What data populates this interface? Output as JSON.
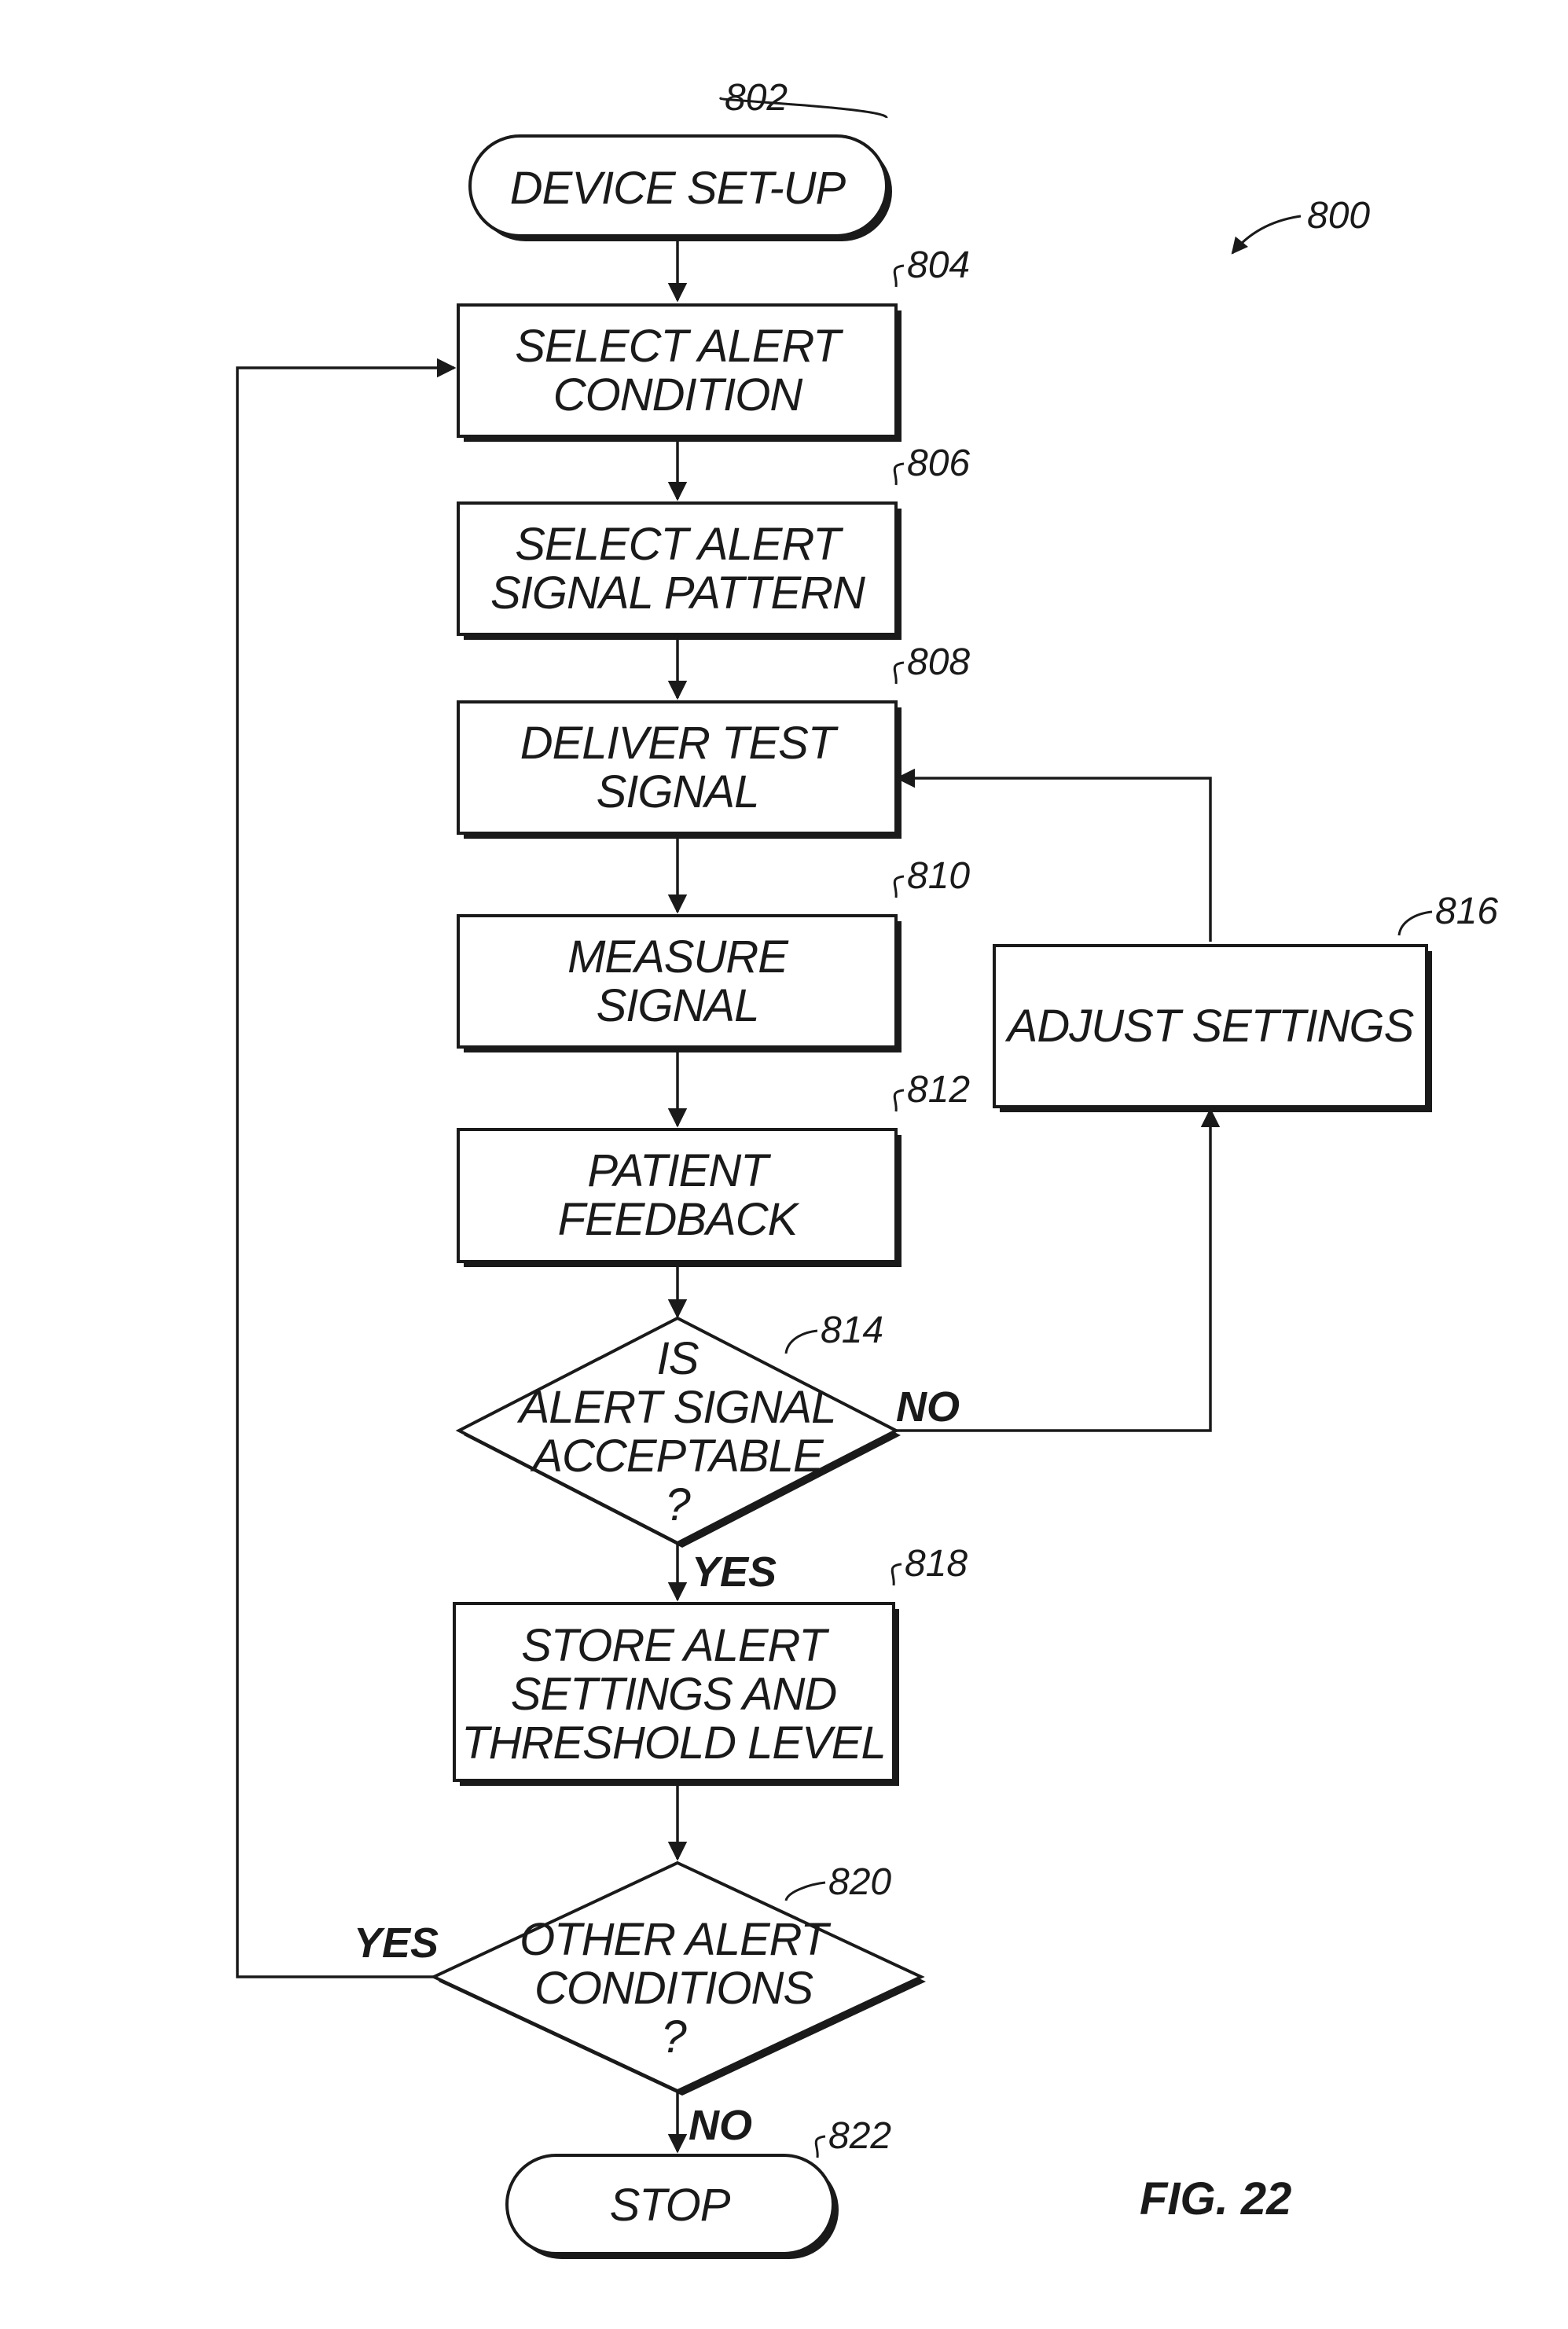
{
  "figure_ref": "800",
  "figure_label": "FIG. 22",
  "nodes": {
    "n802": {
      "ref": "802",
      "lines": [
        "DEVICE SET-UP"
      ]
    },
    "n804": {
      "ref": "804",
      "lines": [
        "SELECT ALERT",
        "CONDITION"
      ]
    },
    "n806": {
      "ref": "806",
      "lines": [
        "SELECT ALERT",
        "SIGNAL PATTERN"
      ]
    },
    "n808": {
      "ref": "808",
      "lines": [
        "DELIVER TEST",
        "SIGNAL"
      ]
    },
    "n810": {
      "ref": "810",
      "lines": [
        "MEASURE",
        "SIGNAL"
      ]
    },
    "n812": {
      "ref": "812",
      "lines": [
        "PATIENT",
        "FEEDBACK"
      ]
    },
    "n814": {
      "ref": "814",
      "lines": [
        "IS",
        "ALERT SIGNAL",
        "ACCEPTABLE",
        "?"
      ]
    },
    "n816": {
      "ref": "816",
      "lines": [
        "ADJUST SETTINGS"
      ]
    },
    "n818": {
      "ref": "818",
      "lines": [
        "STORE ALERT",
        "SETTINGS AND",
        "THRESHOLD LEVEL"
      ]
    },
    "n820": {
      "ref": "820",
      "lines": [
        "OTHER ALERT",
        "CONDITIONS",
        "?"
      ]
    },
    "n822": {
      "ref": "822",
      "lines": [
        "STOP"
      ]
    }
  },
  "edge_labels": {
    "no_814": "NO",
    "yes_814": "YES",
    "yes_820": "YES",
    "no_820": "NO"
  }
}
